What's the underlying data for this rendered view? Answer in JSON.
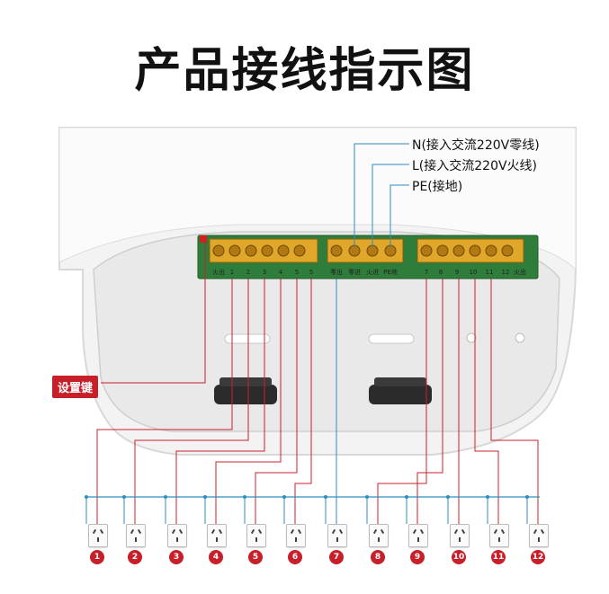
{
  "title": "产品接线指示图",
  "callouts": {
    "n": "N(接入交流220V零线)",
    "l": "L(接入交流220V火线)",
    "pe": "PE(接地)"
  },
  "setup_key": "设置键",
  "terminal_labels_left": [
    "火出",
    "1",
    "2",
    "3",
    "4",
    "5",
    "5"
  ],
  "terminal_labels_middle": [
    "零出",
    "零进",
    "火进",
    "PE地"
  ],
  "terminal_labels_right": [
    "7",
    "8",
    "9",
    "10",
    "11",
    "12",
    "火出"
  ],
  "outputs": [
    "1",
    "2",
    "3",
    "4",
    "5",
    "6",
    "7",
    "8",
    "9",
    "10",
    "11",
    "12"
  ],
  "colors": {
    "accent": "#c8202a",
    "wire_blue": "#2a8fbf"
  }
}
